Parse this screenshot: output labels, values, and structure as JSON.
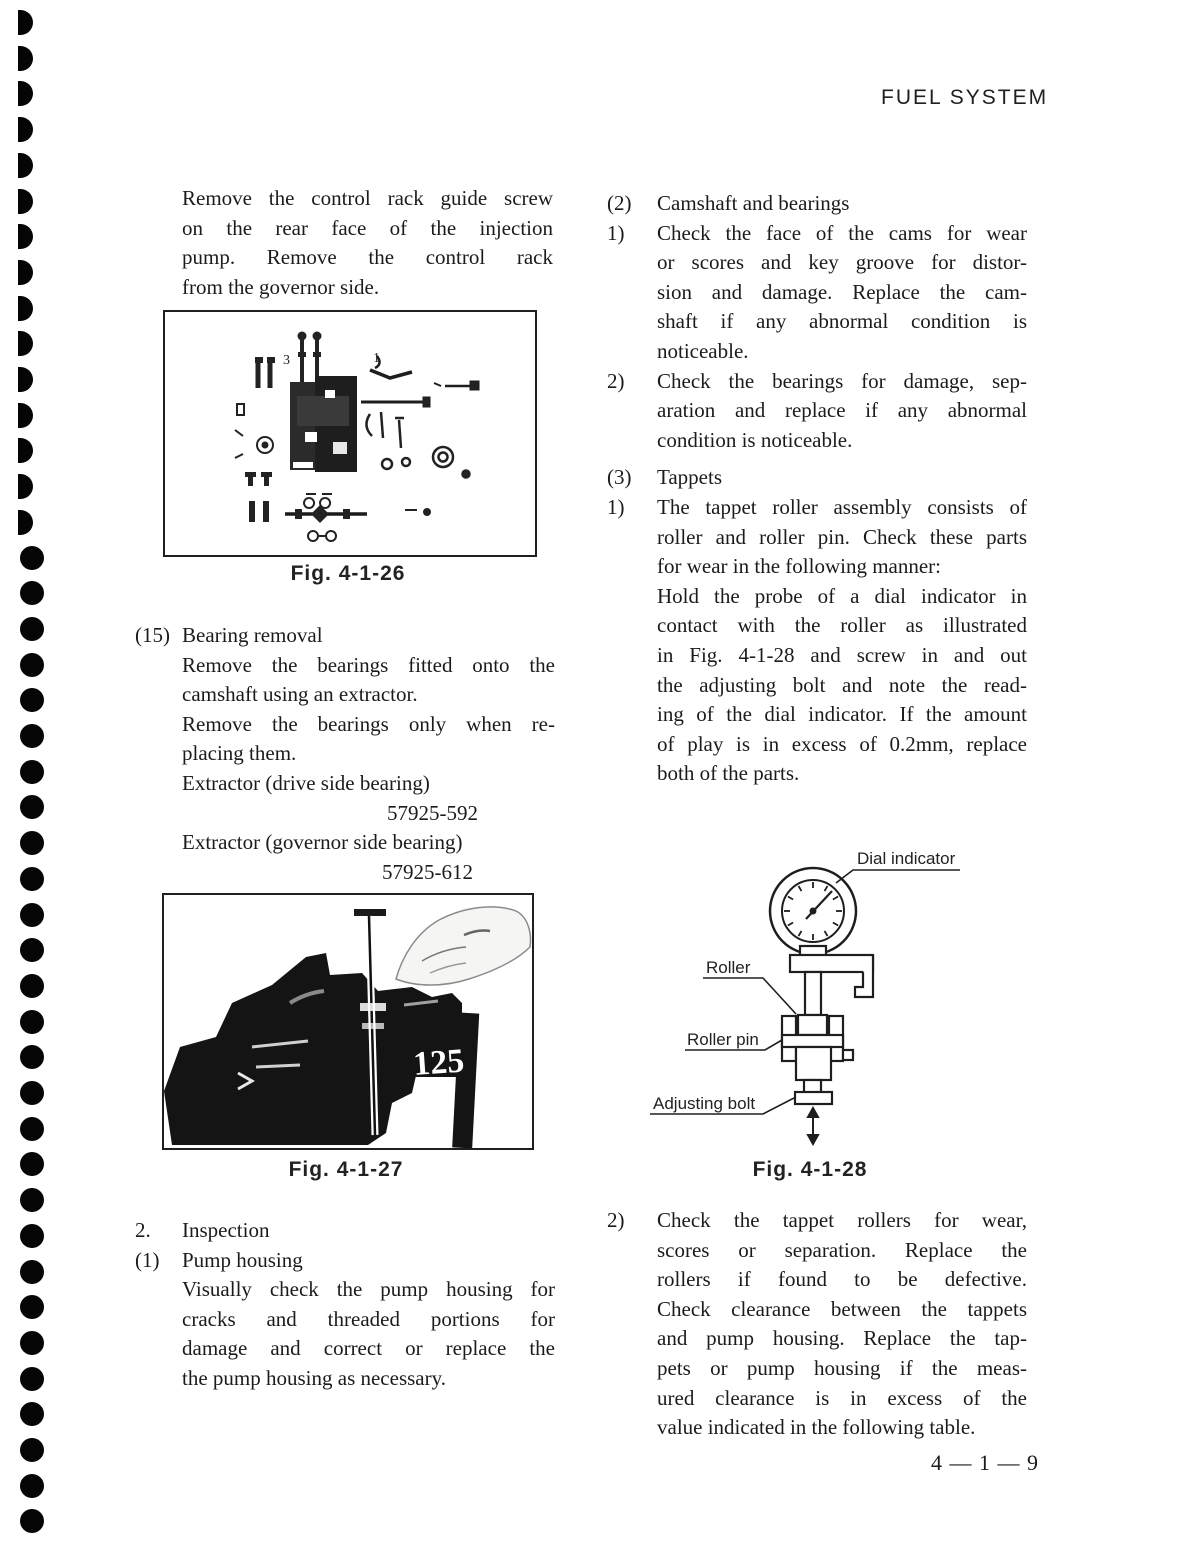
{
  "page": {
    "header": "FUEL SYSTEM",
    "page_number": "4 — 1 — 9"
  },
  "binding": {
    "hole_count": 43
  },
  "left_column": {
    "intro": {
      "lines": [
        "Remove the control rack guide screw",
        "on the rear face of the injection",
        "pump.   Remove the control rack",
        "from the governor side."
      ]
    },
    "figure_26": {
      "caption": "Fig. 4-1-26",
      "callout_1": "3",
      "callout_2": "1"
    },
    "item_15": {
      "number": "(15)",
      "heading": "Bearing removal",
      "lines": [
        "Remove the bearings fitted onto the",
        "camshaft using an extractor.",
        "Remove the bearings only when re-",
        "placing them."
      ],
      "extractor_1_label": "Extractor (drive side bearing)",
      "extractor_1_value": "57925-592",
      "extractor_2_label": "Extractor (governor side bearing)",
      "extractor_2_value": "57925-612"
    },
    "figure_27": {
      "caption": "Fig. 4-1-27",
      "vise_marking": "125"
    },
    "section_2": {
      "number": "2.",
      "heading": "Inspection"
    },
    "item_1": {
      "number": "(1)",
      "heading": "Pump housing",
      "lines": [
        "Visually check the pump housing for",
        "cracks and threaded portions for",
        "damage and correct or replace the",
        "the pump housing as necessary."
      ]
    }
  },
  "right_column": {
    "item_2": {
      "number": "(2)",
      "heading": "Camshaft and bearings"
    },
    "item_2_sub_1": {
      "number": "1)",
      "lines": [
        "Check the face of the cams for wear",
        "or scores and key groove for distor-",
        "sion and damage.  Replace the cam-",
        "shaft if any abnormal condition is",
        "noticeable."
      ]
    },
    "item_2_sub_2": {
      "number": "2)",
      "lines": [
        "Check the bearings for damage, sep-",
        "aration and replace if any abnormal",
        "condition is noticeable."
      ]
    },
    "item_3": {
      "number": "(3)",
      "heading": "Tappets"
    },
    "item_3_sub_1": {
      "number": "1)",
      "lines": [
        "The tappet roller assembly consists of",
        "roller and roller pin. Check these parts",
        "for wear in the following manner:",
        "Hold the probe of a dial indicator in",
        "contact with the roller as illustrated",
        "in Fig. 4-1-28 and screw in and out",
        "the adjusting bolt and note the read-",
        "ing of the dial indicator. If the amount",
        "of play is in excess of 0.2mm, replace",
        "both of the parts."
      ]
    },
    "figure_28": {
      "caption": "Fig. 4-1-28",
      "label_dial_indicator": "Dial indicator",
      "label_roller": "Roller",
      "label_roller_pin": "Roller pin",
      "label_adjusting_bolt": "Adjusting bolt"
    },
    "item_3_sub_2": {
      "number": "2)",
      "lines": [
        "Check the tappet rollers for wear,",
        "scores or separation.   Replace the",
        "rollers if found to be defective.",
        "Check clearance between the tappets",
        "and pump housing.  Replace the tap-",
        "pets or pump housing if the meas-",
        "ured clearance is in excess of the",
        "value indicated in the following table."
      ]
    }
  }
}
